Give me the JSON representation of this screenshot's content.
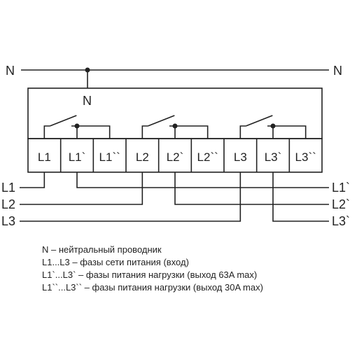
{
  "neutral": {
    "left_label": "N",
    "right_label": "N",
    "center_label": "N"
  },
  "terminals": [
    "L1",
    "L1`",
    "L1``",
    "L2",
    "L2`",
    "L2``",
    "L3",
    "L3`",
    "L3``"
  ],
  "inputs": [
    "L1",
    "L2",
    "L3"
  ],
  "outputs": [
    "L1`",
    "L2`",
    "L3`"
  ],
  "legend": [
    "N – нейтральный проводник",
    "L1...L3 – фазы сети питания (вход)",
    "L1`...L3` – фазы питания нагрузки (выход 63A max)",
    "L1``...L3`` – фазы питания нагрузки (выход 30A max)"
  ]
}
